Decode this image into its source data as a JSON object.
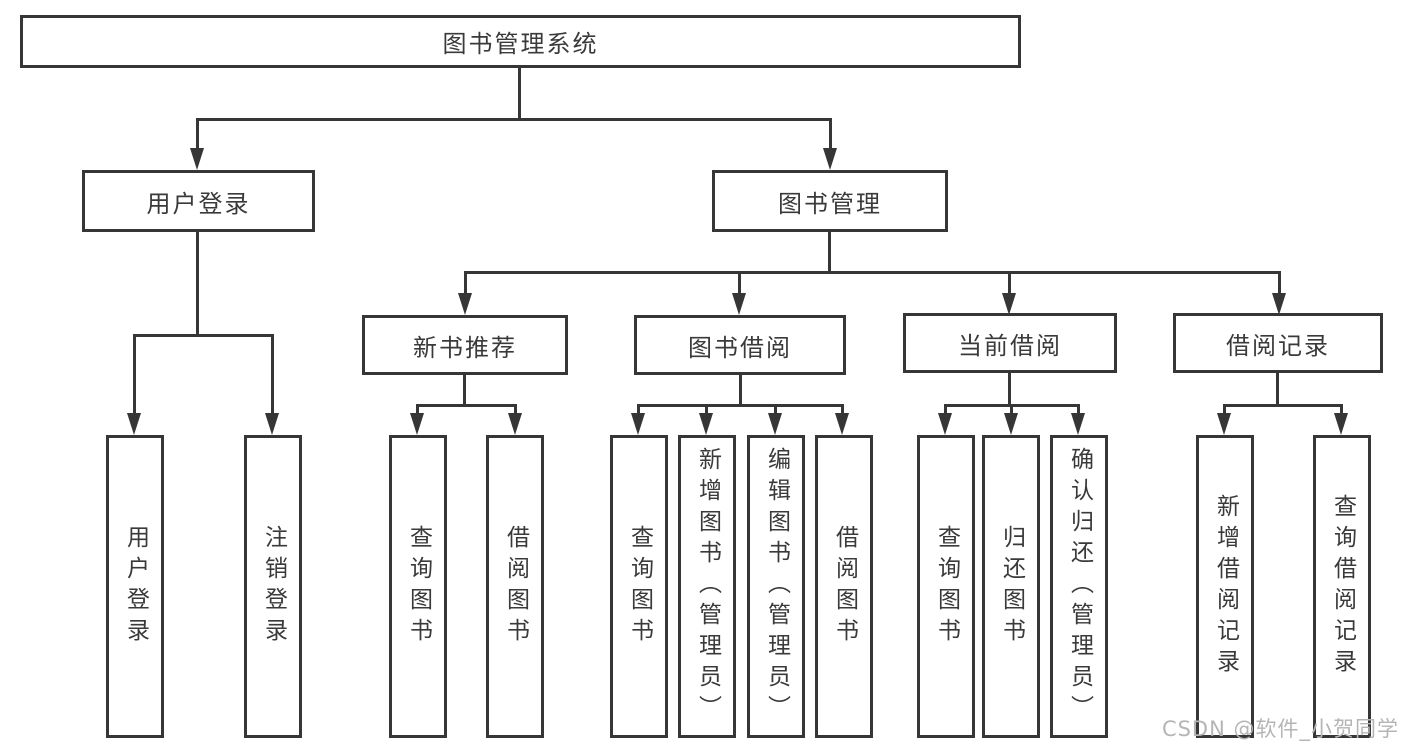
{
  "diagram": {
    "root": {
      "label": "图书管理系统"
    },
    "branches": [
      {
        "label": "用户登录",
        "children": [
          {
            "label": "用户登录"
          },
          {
            "label": "注销登录"
          }
        ]
      },
      {
        "label": "图书管理",
        "children": [
          {
            "label": "新书推荐",
            "children": [
              {
                "label": "查询图书"
              },
              {
                "label": "借阅图书"
              }
            ]
          },
          {
            "label": "图书借阅",
            "children": [
              {
                "label": "查询图书"
              },
              {
                "label": "新增图书（管理员）"
              },
              {
                "label": "编辑图书（管理员）"
              },
              {
                "label": "借阅图书"
              }
            ]
          },
          {
            "label": "当前借阅",
            "children": [
              {
                "label": "查询图书"
              },
              {
                "label": "归还图书"
              },
              {
                "label": "确认归还（管理员）"
              }
            ]
          },
          {
            "label": "借阅记录",
            "children": [
              {
                "label": "新增借阅记录"
              },
              {
                "label": "查询借阅记录"
              }
            ]
          }
        ]
      }
    ]
  },
  "watermark": {
    "text": "CSDN @软件_小贺同学"
  },
  "colors": {
    "line": "#363636",
    "text": "#3a3a3a",
    "watermark": "#b5b5b5"
  }
}
